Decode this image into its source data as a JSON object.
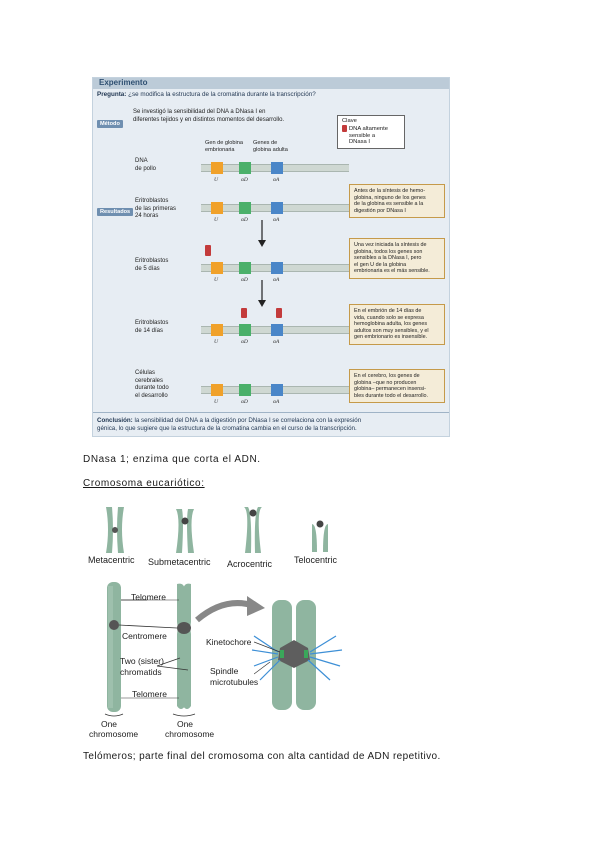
{
  "figure": {
    "header": "Experimento",
    "question_label": "Pregunta:",
    "question": "¿se modifica la estructura de la cromatina durante la transcripción?",
    "method_tag": "Método",
    "method_text": [
      "Se investigó la sensibilidad del DNA a DNasa I en",
      "diferentes tejidos y en distintos momentos del desarrollo."
    ],
    "key": {
      "title": "Clave",
      "lines": [
        "DNA altamente",
        "sensible a",
        "DNasa I"
      ]
    },
    "gene_labels": {
      "embryonic": [
        "Gen de globina",
        "embrionaria"
      ],
      "adult": [
        "Genes de",
        "globina adulta"
      ]
    },
    "gene_symbols": [
      "U",
      "αD",
      "αA"
    ],
    "results_tag": "Resultados",
    "rows": [
      {
        "label": [
          "DNA",
          "de pollo"
        ]
      },
      {
        "label": [
          "Eritroblastos",
          "de las primeras",
          "24 horas"
        ],
        "note": [
          "Antes de la síntesis de hemo-",
          "globina, ninguno de los genes",
          "de la globina es sensible a la",
          "digestión por DNasa I"
        ]
      },
      {
        "label": [
          "Eritroblastos",
          "de 5 días"
        ],
        "note": [
          "Una vez iniciada la síntesis de",
          "globina, todos los genes son",
          "sensibles a la DNasa I, pero",
          "el gen U de la globina",
          "embrionaria es el más sensible."
        ]
      },
      {
        "label": [
          "Eritroblastos",
          "de 14 días"
        ],
        "note": [
          "En el embrión de 14 días de",
          "vida, cuando solo se expresa",
          "hemoglobina adulta, los genes",
          "adultos son muy sensibles, y el",
          "gen embrionario es insensible."
        ]
      },
      {
        "label": [
          "Células",
          "cerebrales",
          "durante todo",
          "el desarrollo"
        ],
        "note": [
          "En el cerebro, los genes de",
          "globina –que no producen",
          "globina– permanecen insensi-",
          "bles durante todo el desarrollo."
        ]
      }
    ],
    "conclusion_label": "Conclusión:",
    "conclusion": [
      "la sensibilidad del DNA a la digestión por DNasa I se correlaciona con la expresión",
      "génica, lo que sugiere que la estructura de la cromatina cambia en el curso de la transcripción."
    ]
  },
  "text": {
    "dnasa": "DNasa 1; enzima que corta el ADN.",
    "cromosoma_heading": "Cromosoma eucariótico:",
    "telomeros": "Telómeros; parte final del cromosoma con alta cantidad de ADN repetitivo."
  },
  "chromosome_types": [
    "Metacentric",
    "Submetacentric",
    "Acrocentric",
    "Telocentric"
  ],
  "diagram_labels": {
    "telomere_top": "Telomere",
    "centromere": "Centromere",
    "sister": [
      "Two (sister)",
      "chromatids"
    ],
    "telomere_bottom": "Telomere",
    "one_chromosome_left": [
      "One",
      "chromosome"
    ],
    "one_chromosome_right": [
      "One",
      "chromosome"
    ],
    "kinetochore": "Kinetochore",
    "spindle": [
      "Spindle",
      "microtubules"
    ]
  },
  "colors": {
    "embryonic_gene": "#f0a12a",
    "alpha_d": "#4bb06a",
    "alpha_a": "#4a86c8",
    "sensitive": "#c33b3b",
    "chromosome": "#8fb5a0"
  }
}
